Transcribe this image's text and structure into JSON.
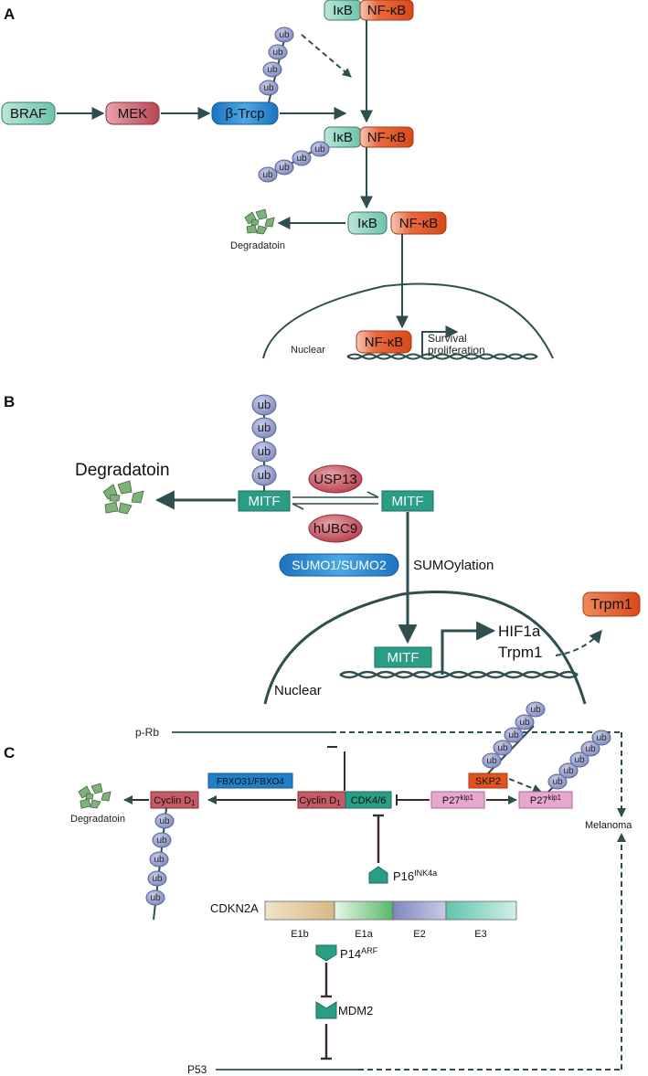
{
  "panels": {
    "a": "A",
    "b": "B",
    "c": "C"
  },
  "panel_a": {
    "ikb": "IκB",
    "nfkb": "NF-κB",
    "braf": "BRAF",
    "mek": "MEK",
    "btrcp": "β-Trcp",
    "ub": "ub",
    "degradation": "Degradatoin",
    "nuclear": "Nuclear",
    "survival": "Survival",
    "proliferation": "proliferation"
  },
  "panel_b": {
    "ub": "ub",
    "degradation": "Degradatoin",
    "mitf": "MITF",
    "usp13": "USP13",
    "hubc9": "hUBC9",
    "sumo": "SUMO1/SUMO2",
    "sumoylation": "SUMOylation",
    "nuclear": "Nuclear",
    "hif1a": "HIF1a",
    "trpm1": "Trpm1",
    "trpm1_box": "Trpm1"
  },
  "panel_c": {
    "prb": "p-Rb",
    "fbxo": "FBXO31/FBXO4",
    "cyclin_d1": "Cyclin D",
    "cyclin_sub": "1",
    "cdk46": "CDK4/6",
    "p27": "P27",
    "p27_sup": "kip1",
    "skp2": "SKP2",
    "ub": "ub",
    "degradation": "Degradatoin",
    "p16": "P16",
    "p16_sup": "INK4a",
    "cdkn2a": "CDKN2A",
    "e1b": "E1b",
    "e1a": "E1a",
    "e2": "E2",
    "e3": "E3",
    "p14": "P14",
    "p14_sup": "ARF",
    "mdm2": "MDM2",
    "p53": "P53",
    "melanoma": "Melanoma"
  },
  "colors": {
    "teal_light": "#8fd3c1",
    "nfkb_orange": "#e2531f",
    "mek_red": "#c85a66",
    "btrcp_blue": "#2f8fd0",
    "mitf_green": "#2a9d86",
    "usp_red": "#c4505c",
    "ub_purple": "#9aa3cf",
    "trpm1_orange": "#e2531f",
    "cyclin_red": "#c65a66",
    "p27_pink": "#e7a8cf",
    "skp2_orange": "#e2531f",
    "fbxo_blue": "#1f7fc8",
    "line": "#2f4f4f"
  }
}
